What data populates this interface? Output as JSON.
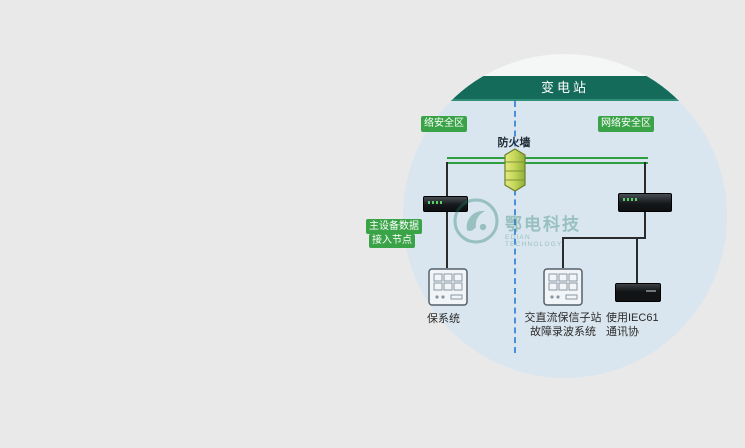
{
  "page": {
    "background": "#e9e9e9"
  },
  "header": {
    "title": "变电站"
  },
  "zones": {
    "left_label": "络安全区",
    "right_label": "网络安全区"
  },
  "firewall": {
    "label": "防火墙"
  },
  "node": {
    "badge1": "主设备数据",
    "badge2": "接入节点"
  },
  "captions": {
    "left": "保系统",
    "middle_line1": "交直流保信子站",
    "middle_line2": "故障录波系统",
    "right_line1": "使用IEC61",
    "right_line2": "通讯协"
  },
  "watermark": {
    "cn": "鄂电科技",
    "en": "EDIAN TECHNOLOGY"
  },
  "colors": {
    "header_teal": "#156b59",
    "zone_green": "#3aa348",
    "bus_green": "#2f9e3f",
    "boundary_blue": "#4a90d8",
    "diagram_bg": "#d9e6ef",
    "page_gray": "#e9e9e9"
  }
}
